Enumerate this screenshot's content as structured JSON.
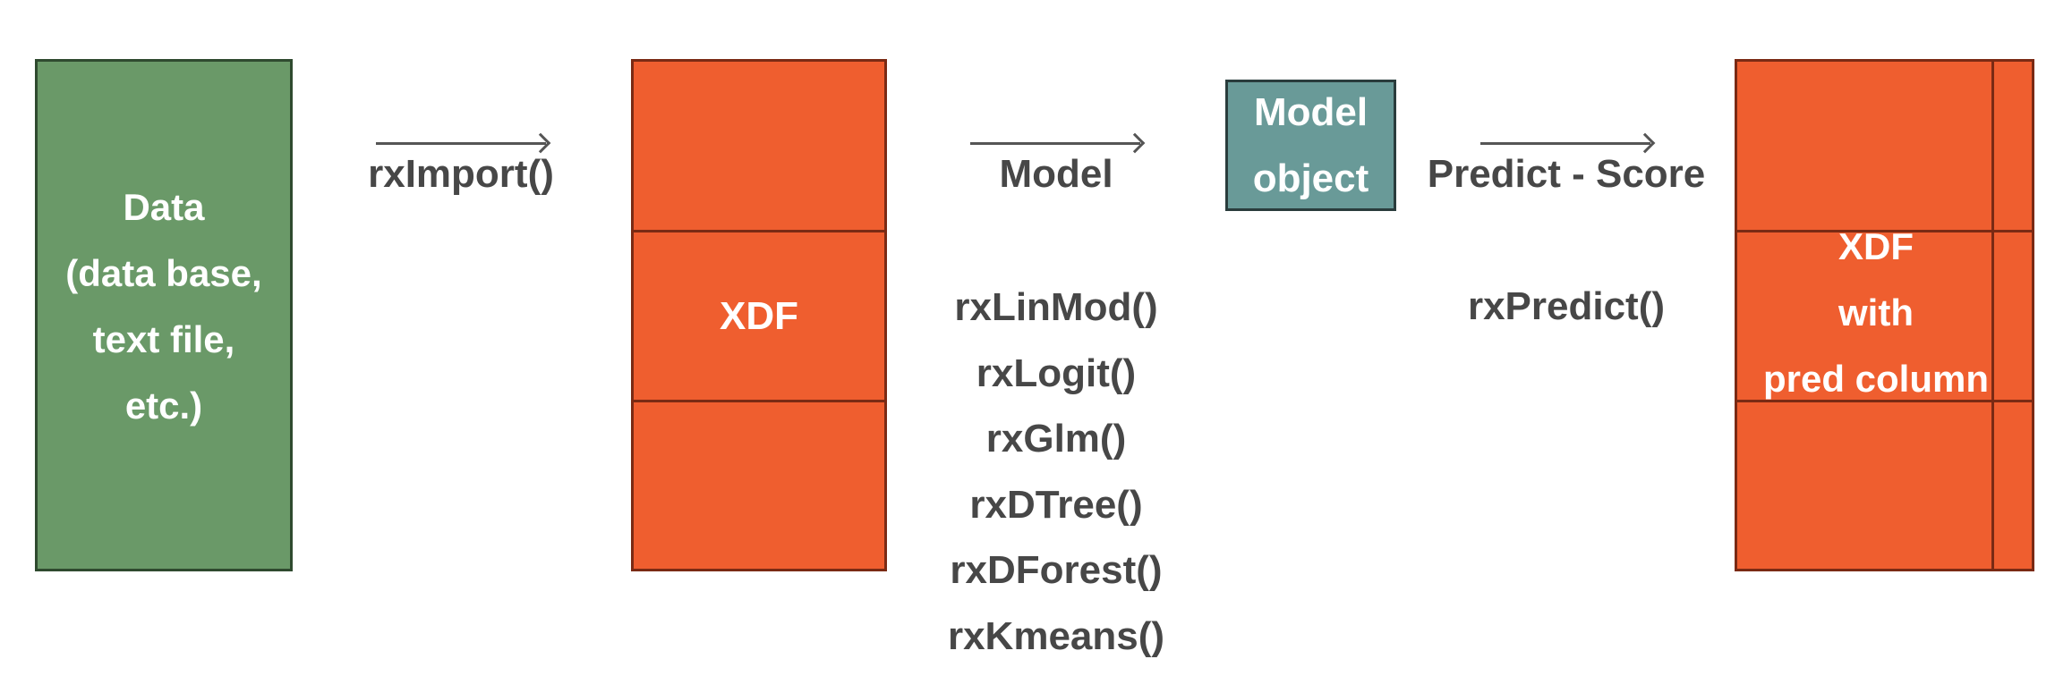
{
  "data_box": {
    "lines": [
      "Data",
      "(data base,",
      "text file,",
      "etc.)"
    ]
  },
  "import_step": {
    "label": "rxImport()"
  },
  "xdf_box": {
    "label": "XDF"
  },
  "model_step": {
    "label": "Model",
    "functions": [
      "rxLinMod()",
      "rxLogit()",
      "rxGlm()",
      "rxDTree()",
      "rxDForest()",
      "rxKmeans()"
    ]
  },
  "model_object": {
    "lines": [
      "Model",
      "object"
    ]
  },
  "predict_step": {
    "label": "Predict - Score",
    "function": "rxPredict()"
  },
  "xdf_output": {
    "lines": [
      "XDF",
      "with",
      "pred column"
    ]
  },
  "colors": {
    "data_green": "#6a9968",
    "xdf_orange": "#ef5e2f",
    "model_teal": "#699a98",
    "text_gray": "#474747"
  }
}
